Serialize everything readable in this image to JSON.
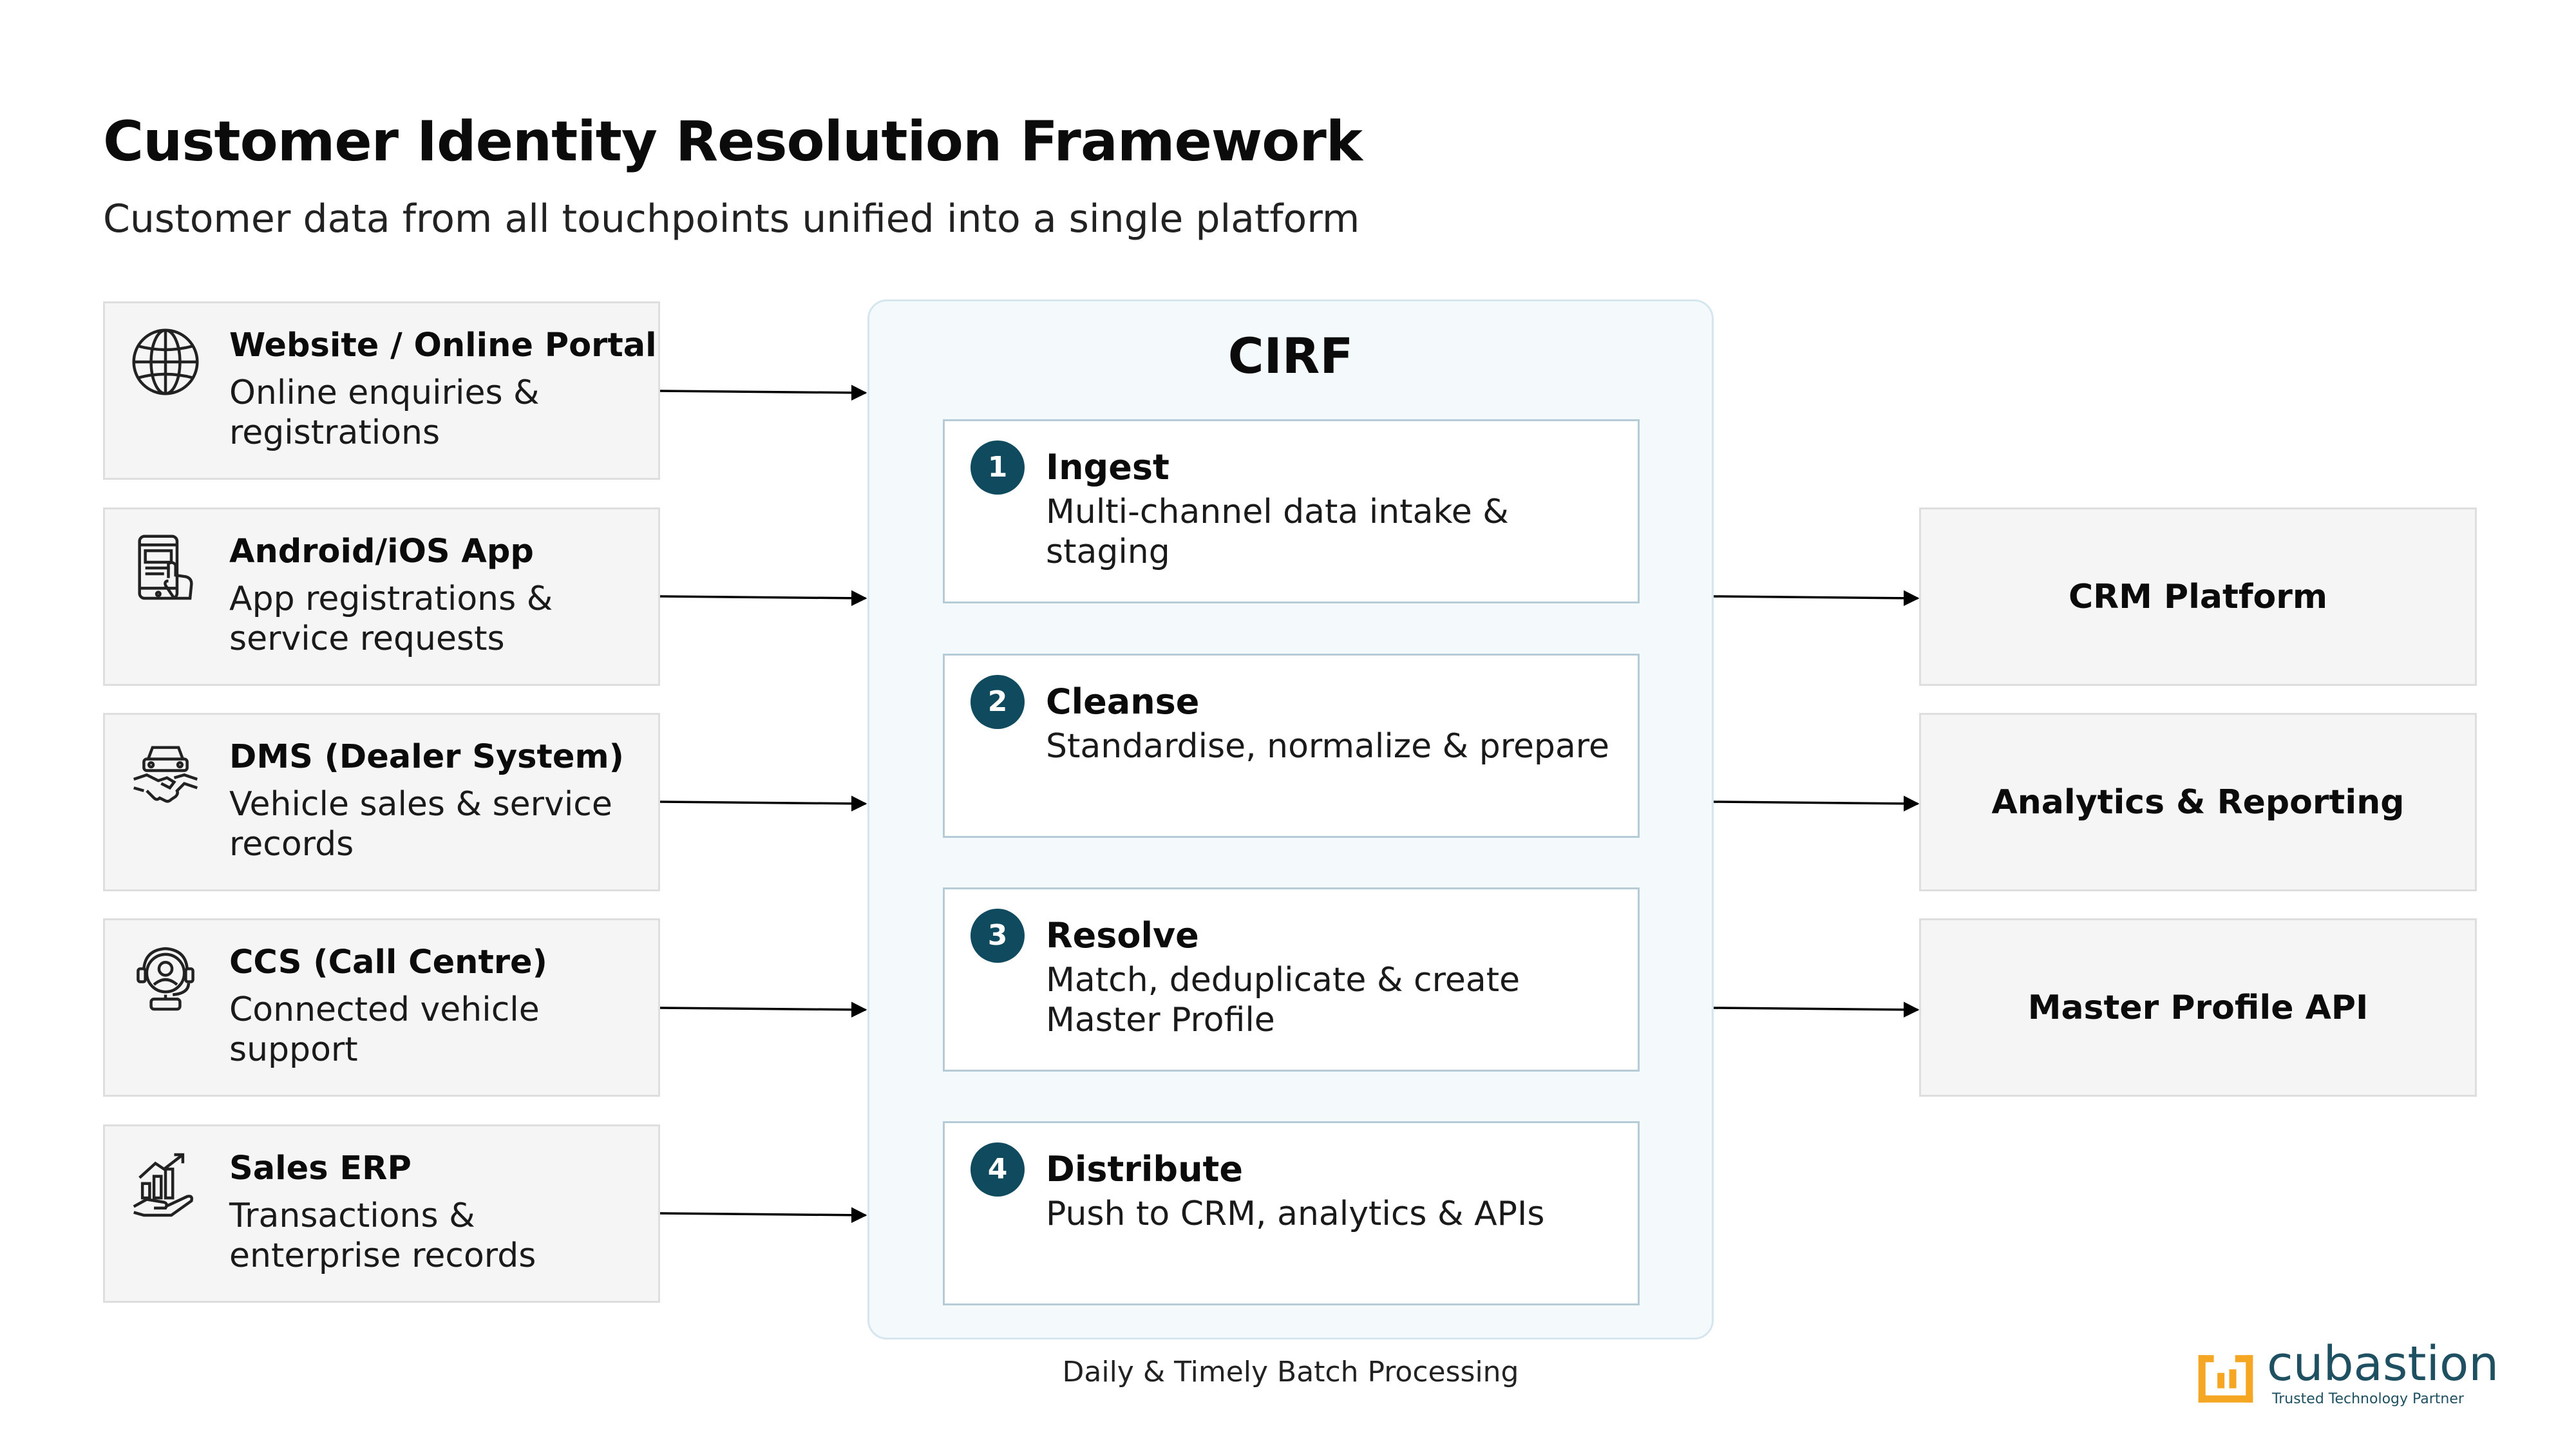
{
  "header": {
    "title": "Customer Identity Resolution Framework",
    "subtitle": "Customer data from all touchpoints unified into a single platform"
  },
  "sources": [
    {
      "icon": "globe-icon",
      "title": "Website / Online Portal",
      "desc": "Online enquiries & registrations"
    },
    {
      "icon": "mobile-app-icon",
      "title": "Android/iOS App",
      "desc": "App registrations & service requests"
    },
    {
      "icon": "car-handshake-icon",
      "title": "DMS (Dealer System)",
      "desc": "Vehicle sales & service records"
    },
    {
      "icon": "headset-agent-icon",
      "title": "CCS (Call Centre)",
      "desc": "Connected vehicle support"
    },
    {
      "icon": "growth-chart-hand-icon",
      "title": "Sales ERP",
      "desc": "Transactions & enterprise records"
    }
  ],
  "cirf": {
    "title": "CIRF",
    "steps": [
      {
        "num": "1",
        "name": "Ingest",
        "desc": "Multi-channel data intake & staging"
      },
      {
        "num": "2",
        "name": "Cleanse",
        "desc": "Standardise, normalize & prepare"
      },
      {
        "num": "3",
        "name": "Resolve",
        "desc": "Match, deduplicate & create Master Profile"
      },
      {
        "num": "4",
        "name": "Distribute",
        "desc": "Push to CRM, analytics & APIs"
      }
    ],
    "footnote": "Daily & Timely Batch Processing"
  },
  "outputs": [
    {
      "label": "CRM Platform"
    },
    {
      "label": "Analytics & Reporting"
    },
    {
      "label": "Master Profile API"
    }
  ],
  "branding": {
    "name": "cubastion",
    "tagline": "Trusted Technology Partner"
  },
  "colors": {
    "accent": "#0f4a5e",
    "cirf_bg": "#f4f9fc",
    "box_bg": "#f5f5f5",
    "logo_orange": "#f5a623"
  }
}
